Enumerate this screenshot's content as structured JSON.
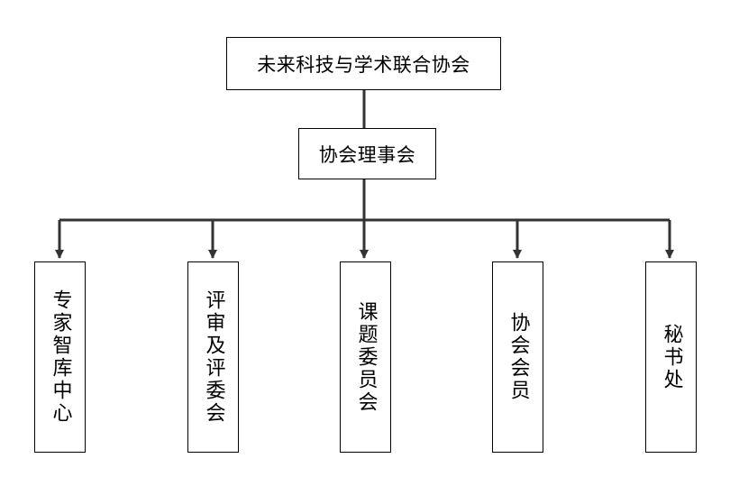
{
  "org_chart": {
    "root": {
      "label": "未来科技与学术联合协会"
    },
    "council": {
      "label": "协会理事会"
    },
    "departments": [
      {
        "label": "专家智库中心"
      },
      {
        "label": "评审及评委会"
      },
      {
        "label": "课题委员会"
      },
      {
        "label": "协会会员"
      },
      {
        "label": "秘书处"
      }
    ]
  },
  "colors": {
    "line": "#333333",
    "border": "#000000",
    "background": "#ffffff"
  }
}
